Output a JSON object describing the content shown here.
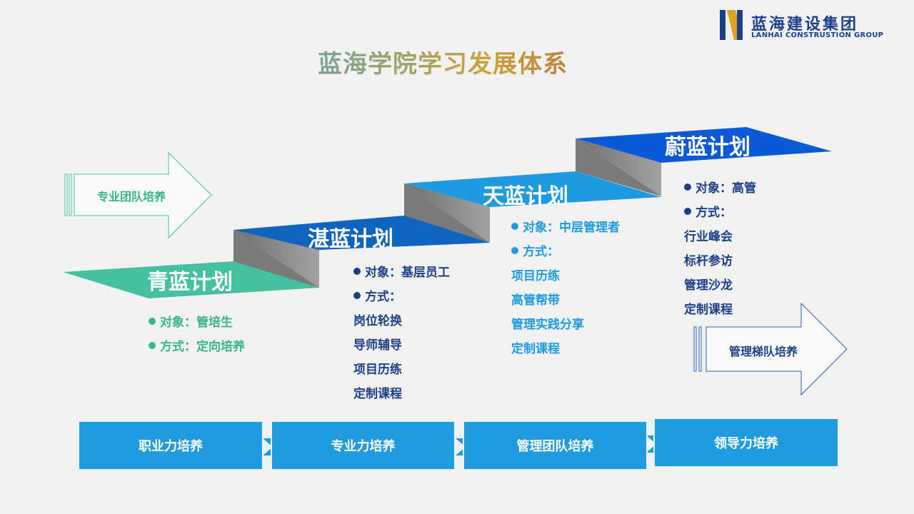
{
  "title": "蓝海学院学习发展体系",
  "logo": {
    "name": "蓝海建设集团",
    "subtitle": "LANHAI CONSTRUSTION GROUP"
  },
  "arrows": {
    "left": "专业团队培养",
    "right": "管理梯队培养"
  },
  "plans": [
    {
      "name": "青蓝计划",
      "items": [
        "对象：管培生",
        "方式：定向培养"
      ]
    },
    {
      "name": "湛蓝计划",
      "items": [
        "对象：基层员工",
        "方式：",
        "岗位轮换",
        "导师辅导",
        "项目历练",
        "定制课程"
      ]
    },
    {
      "name": "天蓝计划",
      "items": [
        "对象：中层管理者",
        "方式：",
        "项目历练",
        "高管帮带",
        "管理实践分享",
        "定制课程"
      ]
    },
    {
      "name": "蔚蓝计划",
      "items": [
        "对象：高管",
        "方式：",
        "行业峰会",
        "标杆参访",
        "管理沙龙",
        "定制课程"
      ]
    }
  ],
  "bottom": [
    "职业力培养",
    "专业力培养",
    "管理团队培养",
    "领导力培养"
  ],
  "colors": {
    "teal": "#45c1a0",
    "blue_dark": "#0f64be",
    "blue_mid": "#1e9be0",
    "blue_deep": "#0a5ad8",
    "riser": "#8a8a8a",
    "navy": "#1e3f86"
  }
}
